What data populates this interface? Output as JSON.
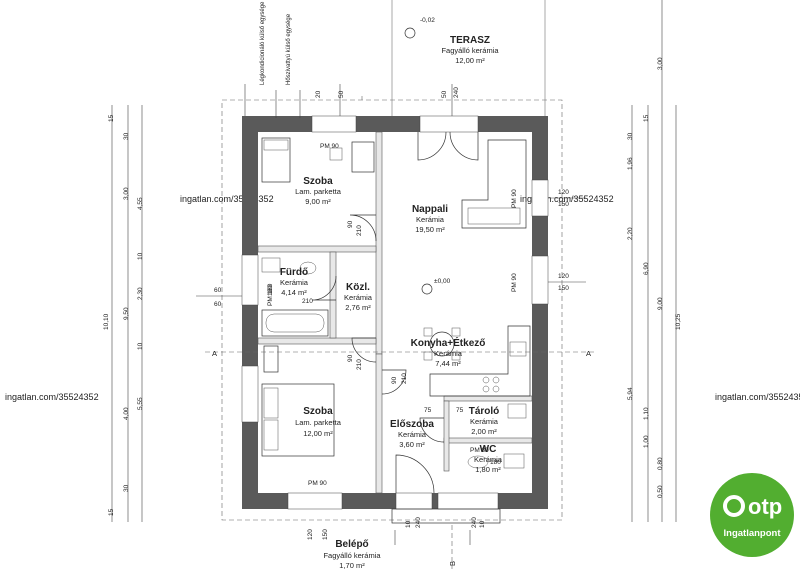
{
  "rooms": {
    "terasz": {
      "name": "TERASZ",
      "material": "Fagyálló kerámia",
      "area": "12,00 m²"
    },
    "szoba1": {
      "name": "Szoba",
      "material": "Lam. parketta",
      "area": "9,00 m²"
    },
    "nappali": {
      "name": "Nappali",
      "material": "Kerámia",
      "area": "19,50 m²"
    },
    "furdo": {
      "name": "Fürdő",
      "material": "Kerámia",
      "area": "4,14 m²"
    },
    "kozl": {
      "name": "Közl.",
      "material": "Kerámia",
      "area": "2,76 m²"
    },
    "konyha": {
      "name": "Konyha+Étkező",
      "material": "Kerámia",
      "area": "7,44 m²"
    },
    "szoba2": {
      "name": "Szoba",
      "material": "Lam. parketta",
      "area": "12,00 m²"
    },
    "eloszoba": {
      "name": "Előszoba",
      "material": "Kerámia",
      "area": "3,60 m²"
    },
    "tarolo": {
      "name": "Tároló",
      "material": "Kerámia",
      "area": "2,00 m²"
    },
    "wc": {
      "name": "WC",
      "material": "Kerámia",
      "area": "1,80 m²"
    },
    "belepo": {
      "name": "Belépő",
      "material": "Fagyálló kerámia",
      "area": "1,70 m²"
    }
  },
  "equipment": {
    "ac": "Légkondicionáló külső egysége",
    "heatpump": "Hőszivattyú külső egysége"
  },
  "levels": {
    "minus": "-0,02",
    "zero": "±0,00"
  },
  "section_marks": {
    "a_left": "A",
    "a_right": "A",
    "b": "B"
  },
  "pm90": "PM 90",
  "watermark": {
    "text": "ingatlan.com/35524352"
  },
  "brand": {
    "name": "otp",
    "sub": "Ingatlanpont",
    "color": "#52ae30"
  },
  "dims": {
    "d15": "15",
    "d30": "30",
    "d60": "60",
    "d50": "50",
    "d210": "210",
    "d90": "90",
    "d120": "120",
    "d150": "150",
    "d240": "240",
    "d180": "180",
    "d75": "75",
    "d80": "80",
    "d10": "10",
    "d20": "20",
    "d100": "100",
    "d300": "3,00",
    "d455": "4,55",
    "d1010": "10,10",
    "d950": "9,50",
    "d230": "2,30",
    "d400": "4,00",
    "d555": "5,55",
    "d196": "1,96",
    "d220": "2,20",
    "d690": "6,90",
    "d900": "9,00",
    "d1025": "10,25",
    "d594": "5,94",
    "d100m": "1,00",
    "d110": "1,10",
    "d080": "0,80",
    "d050": "0,50",
    "d300t": "3,00",
    "pm80": "PM 80",
    "pm180": "PM 180"
  }
}
